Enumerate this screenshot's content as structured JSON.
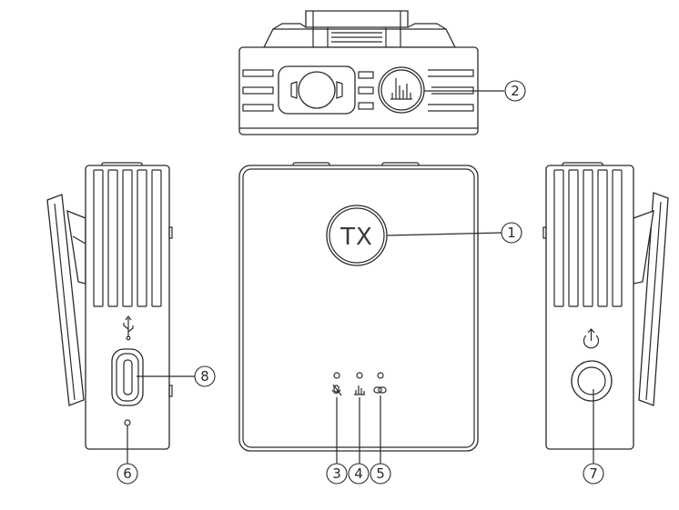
{
  "device_label": "TX",
  "callouts": [
    {
      "id": "1",
      "text": "1"
    },
    {
      "id": "2",
      "text": "2"
    },
    {
      "id": "3",
      "text": "3"
    },
    {
      "id": "4",
      "text": "4"
    },
    {
      "id": "5",
      "text": "5"
    },
    {
      "id": "6",
      "text": "6"
    },
    {
      "id": "7",
      "text": "7"
    },
    {
      "id": "8",
      "text": "8"
    }
  ],
  "icons": {
    "top_button": "audio-bars-icon",
    "indicator_1": "mic-muted-icon",
    "indicator_2": "audio-bars-icon",
    "indicator_3": "link-icon",
    "side_left": "usb-icon",
    "side_right": "power-icon"
  },
  "colors": {
    "line": "#2a2a2a",
    "background": "#ffffff"
  }
}
